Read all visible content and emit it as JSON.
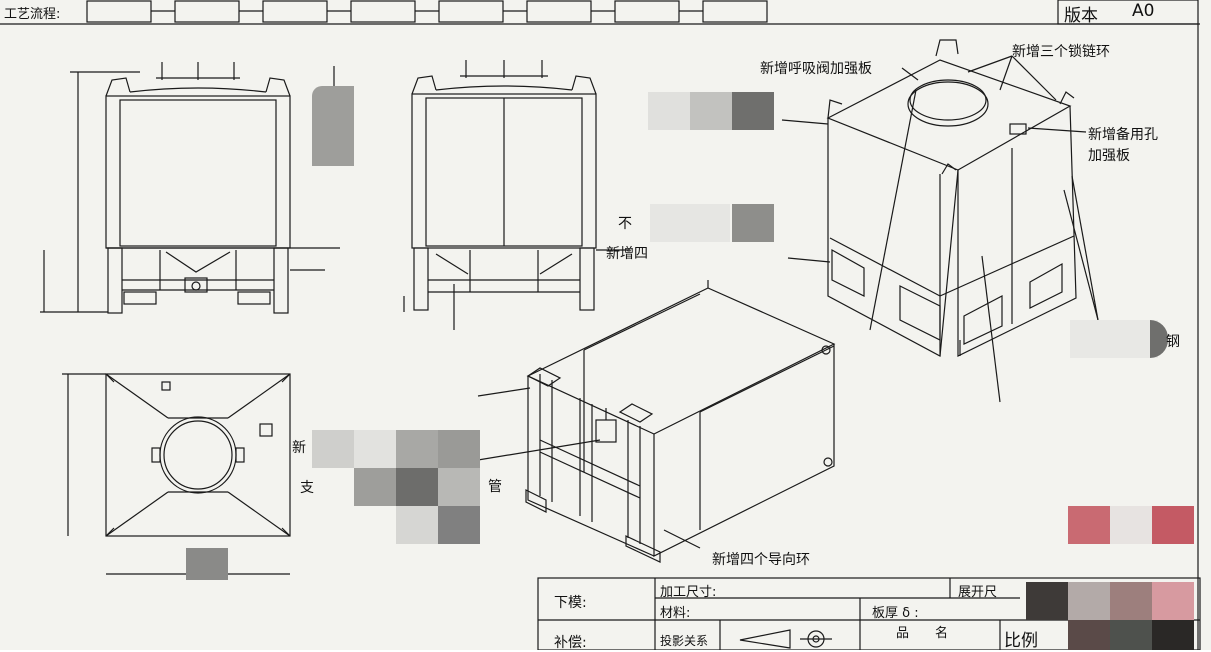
{
  "header": {
    "process_label": "工艺流程:",
    "version_label": "版本",
    "version_value": "A0"
  },
  "annotations": {
    "breather_plate": "新增呼吸阀加强板",
    "three_chain_rings": "新增三个锁链环",
    "spare_hole_plate_line1": "新增备用孔",
    "spare_hole_plate_line2": "加强板",
    "steel": "钢",
    "four_guide_rings": "新增四个导向环",
    "new_four": "新增四",
    "bu": "不",
    "pipe": "管",
    "support": "支",
    "new": "新"
  },
  "title_block": {
    "lower_mold": "下模:",
    "process_size": "加工尺寸:",
    "unfold": "展开尺",
    "material": "材料:",
    "plate_thickness": "板厚 δ :",
    "compensation": "补偿:",
    "projection": "投影关系",
    "name": "品　　名",
    "scale": "比例"
  },
  "colors": {
    "paper": "#f3f3ef",
    "line": "#1a1a1a",
    "blur_light": "#c9c9c6",
    "blur_mid": "#9e9e9b",
    "blur_dark": "#6f6f6d",
    "pink": "#c96a72"
  }
}
